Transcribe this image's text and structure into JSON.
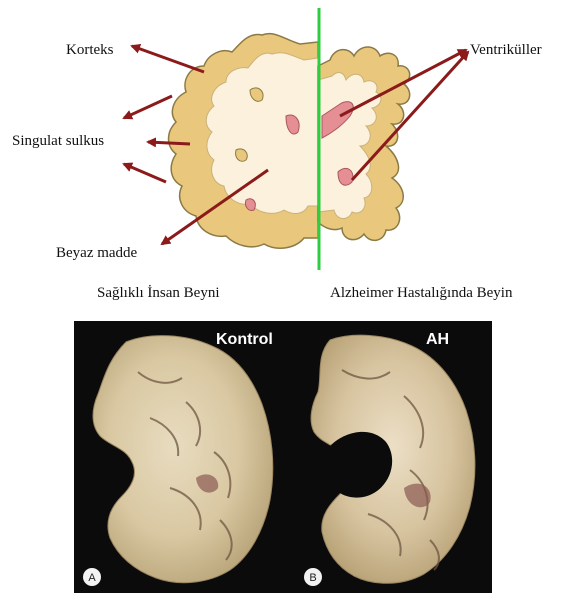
{
  "diagram": {
    "labels": {
      "cortex": "Korteks",
      "cingulate_sulcus": "Singulat sulkus",
      "white_matter": "Beyaz madde",
      "ventricles": "Ventriküller"
    },
    "captions": {
      "healthy": "Sağlıklı İnsan Beyni",
      "alzheimer": "Alzheimer Hastalığında Beyin"
    },
    "colors": {
      "cortex_fill": "#e9c77c",
      "cortex_stroke": "#8a7a45",
      "white_matter_fill": "#fbf1dc",
      "ventricle_fill": "#e58f95",
      "arrow": "#8b1a1a",
      "divider": "#2ecc40"
    }
  },
  "photo": {
    "panel_a_label": "Kontrol",
    "panel_b_label": "AH",
    "badge_a": "A",
    "badge_b": "B",
    "background": "#0b0b0b"
  }
}
